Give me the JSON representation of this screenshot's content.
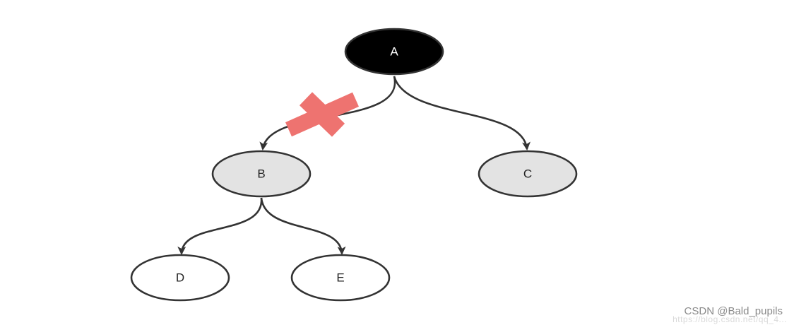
{
  "nodes": [
    {
      "id": "A",
      "label": "A",
      "fill": "#000000",
      "text_color": "#ffffff"
    },
    {
      "id": "B",
      "label": "B",
      "fill": "#e3e3e3",
      "text_color": "#222222"
    },
    {
      "id": "C",
      "label": "C",
      "fill": "#e3e3e3",
      "text_color": "#222222"
    },
    {
      "id": "D",
      "label": "D",
      "fill": "#ffffff",
      "text_color": "#222222"
    },
    {
      "id": "E",
      "label": "E",
      "fill": "#ffffff",
      "text_color": "#222222"
    }
  ],
  "edges": [
    {
      "from": "A",
      "to": "B",
      "removed": true
    },
    {
      "from": "A",
      "to": "C",
      "removed": false
    },
    {
      "from": "B",
      "to": "D",
      "removed": false
    },
    {
      "from": "B",
      "to": "E",
      "removed": false
    }
  ],
  "colors": {
    "edge": "#333333",
    "node_stroke": "#333333",
    "cross_mark": "#ee7370"
  },
  "watermark": {
    "main": "CSDN @Bald_pupils",
    "faint": "https://blog.csdn.net/qq_4..."
  }
}
